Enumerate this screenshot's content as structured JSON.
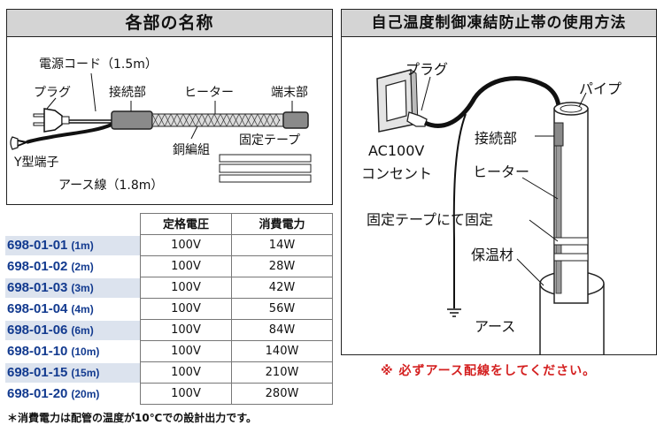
{
  "left_panel": {
    "title": "各部の名称",
    "labels": {
      "power_cord": "電源コード（1.5m）",
      "plug": "プラグ",
      "connector": "接続部",
      "heater": "ヒーター",
      "end_part": "端末部",
      "copper_braid": "銅編組",
      "fixing_tape": "固定テープ",
      "y_terminal": "Y型端子",
      "earth_wire": "アース線（1.8m）"
    }
  },
  "right_panel": {
    "title": "自己温度制御凍結防止帯の使用方法",
    "labels": {
      "plug": "プラグ",
      "pipe": "パイプ",
      "connector": "接続部",
      "outlet_line1": "AC100V",
      "outlet_line2": "コンセント",
      "heater": "ヒーター",
      "tape": "固定テープにて固定",
      "insulation": "保温材",
      "earth": "アース"
    },
    "warning": "※ 必ずアース配線をしてください。"
  },
  "spec_table": {
    "headers": [
      "定格電圧",
      "消費電力"
    ],
    "rows": [
      {
        "code": "698-01-01",
        "length": "(1m)",
        "voltage": "100V",
        "power": "14W",
        "highlight": true
      },
      {
        "code": "698-01-02",
        "length": "(2m)",
        "voltage": "100V",
        "power": "28W",
        "highlight": false
      },
      {
        "code": "698-01-03",
        "length": "(3m)",
        "voltage": "100V",
        "power": "42W",
        "highlight": true
      },
      {
        "code": "698-01-04",
        "length": "(4m)",
        "voltage": "100V",
        "power": "56W",
        "highlight": false
      },
      {
        "code": "698-01-06",
        "length": "(6m)",
        "voltage": "100V",
        "power": "84W",
        "highlight": true
      },
      {
        "code": "698-01-10",
        "length": "(10m)",
        "voltage": "100V",
        "power": "140W",
        "highlight": false
      },
      {
        "code": "698-01-15",
        "length": "(15m)",
        "voltage": "100V",
        "power": "210W",
        "highlight": true
      },
      {
        "code": "698-01-20",
        "length": "(20m)",
        "voltage": "100V",
        "power": "280W",
        "highlight": false
      }
    ],
    "note": "＊消費電力は配管の温度が10℃での設計出力です。"
  },
  "colors": {
    "title_bg": "#d4d4d4",
    "code_blue": "#123a8f",
    "row_highlight": "#dce3ee",
    "warning_red": "#d42020",
    "heater_gray": "#9a9a9a"
  }
}
